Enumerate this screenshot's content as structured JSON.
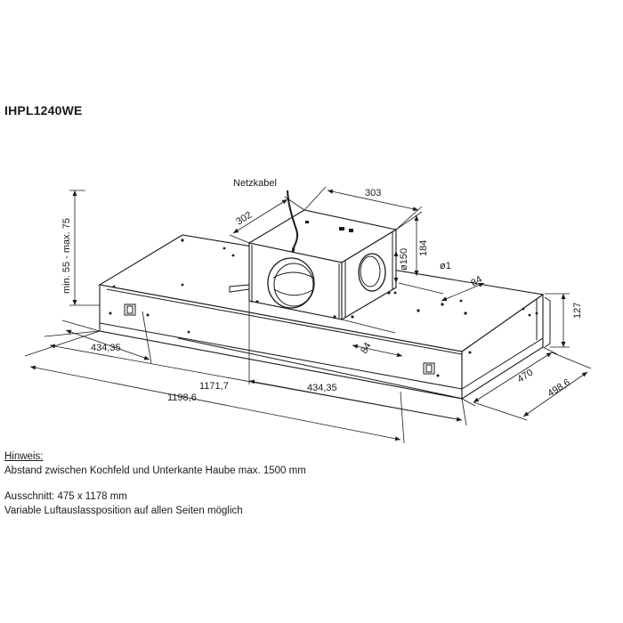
{
  "model": "IHPL1240WE",
  "labels": {
    "cable": "Netzkabel",
    "height_range": "min. 55 - max. 75",
    "motor_depth": "302",
    "motor_width": "303",
    "motor_height": "184",
    "outlet_diameter": "ø150",
    "small_diameter": "ø1",
    "side_offset_top": "84",
    "body_height": "127",
    "depth_inner": "470",
    "depth_outer": "498,6",
    "offset_left": "434,35",
    "offset_mid": "84",
    "width_inner": "1171,7",
    "offset_right": "434,35",
    "width_outer": "1198,6"
  },
  "notes": {
    "heading": "Hinweis:",
    "line1": "Abstand zwischen Kochfeld und Unterkante Haube max. 1500 mm",
    "line2": "Ausschnitt: 475 x 1178 mm",
    "line3": "Variable Luftauslassposition auf allen Seiten möglich"
  },
  "colors": {
    "line": "#1a1a1a",
    "background": "#ffffff"
  }
}
